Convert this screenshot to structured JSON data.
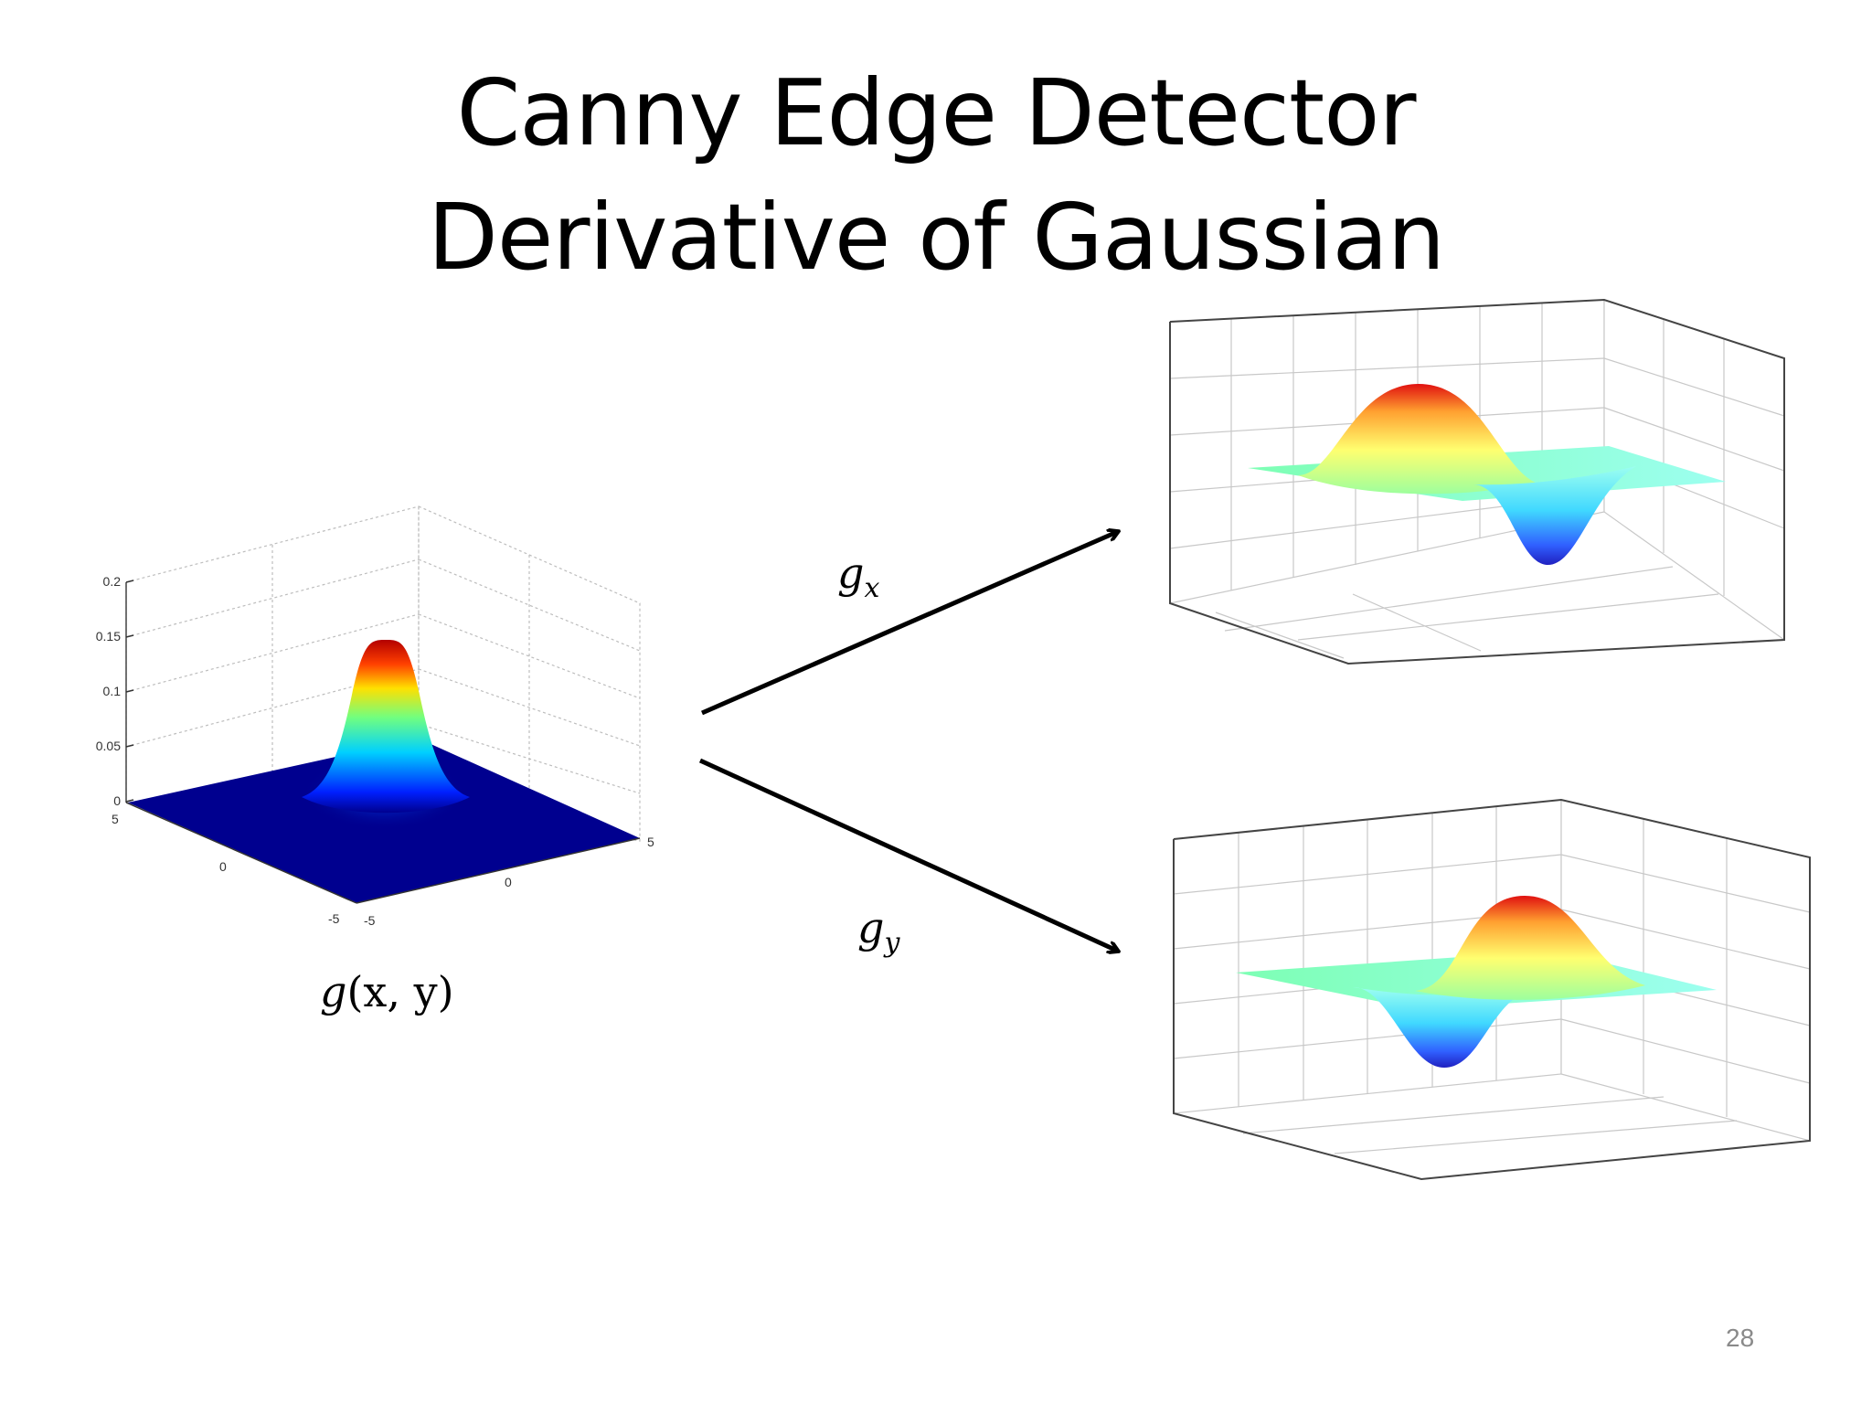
{
  "slide": {
    "title_line1": "Canny Edge Detector",
    "title_line2": "Derivative of Gaussian",
    "page_number": "28"
  },
  "labels": {
    "gaussian": {
      "fn": "g",
      "args": "(x, y)"
    },
    "gx": {
      "base": "g",
      "sub": "x"
    },
    "gy": {
      "base": "g",
      "sub": "y"
    }
  },
  "gaussian_plot": {
    "z_ticks": [
      "0.2",
      "0.15",
      "0.1",
      "0.05",
      "0"
    ],
    "x_ticks": [
      "-5",
      "0",
      "5"
    ],
    "y_ticks": [
      "5",
      "0",
      "-5"
    ]
  },
  "colors": {
    "surface_low": "#00008f",
    "surface_high": "#b30000",
    "arrow": "#000000",
    "grid": "#bdbdbd"
  }
}
